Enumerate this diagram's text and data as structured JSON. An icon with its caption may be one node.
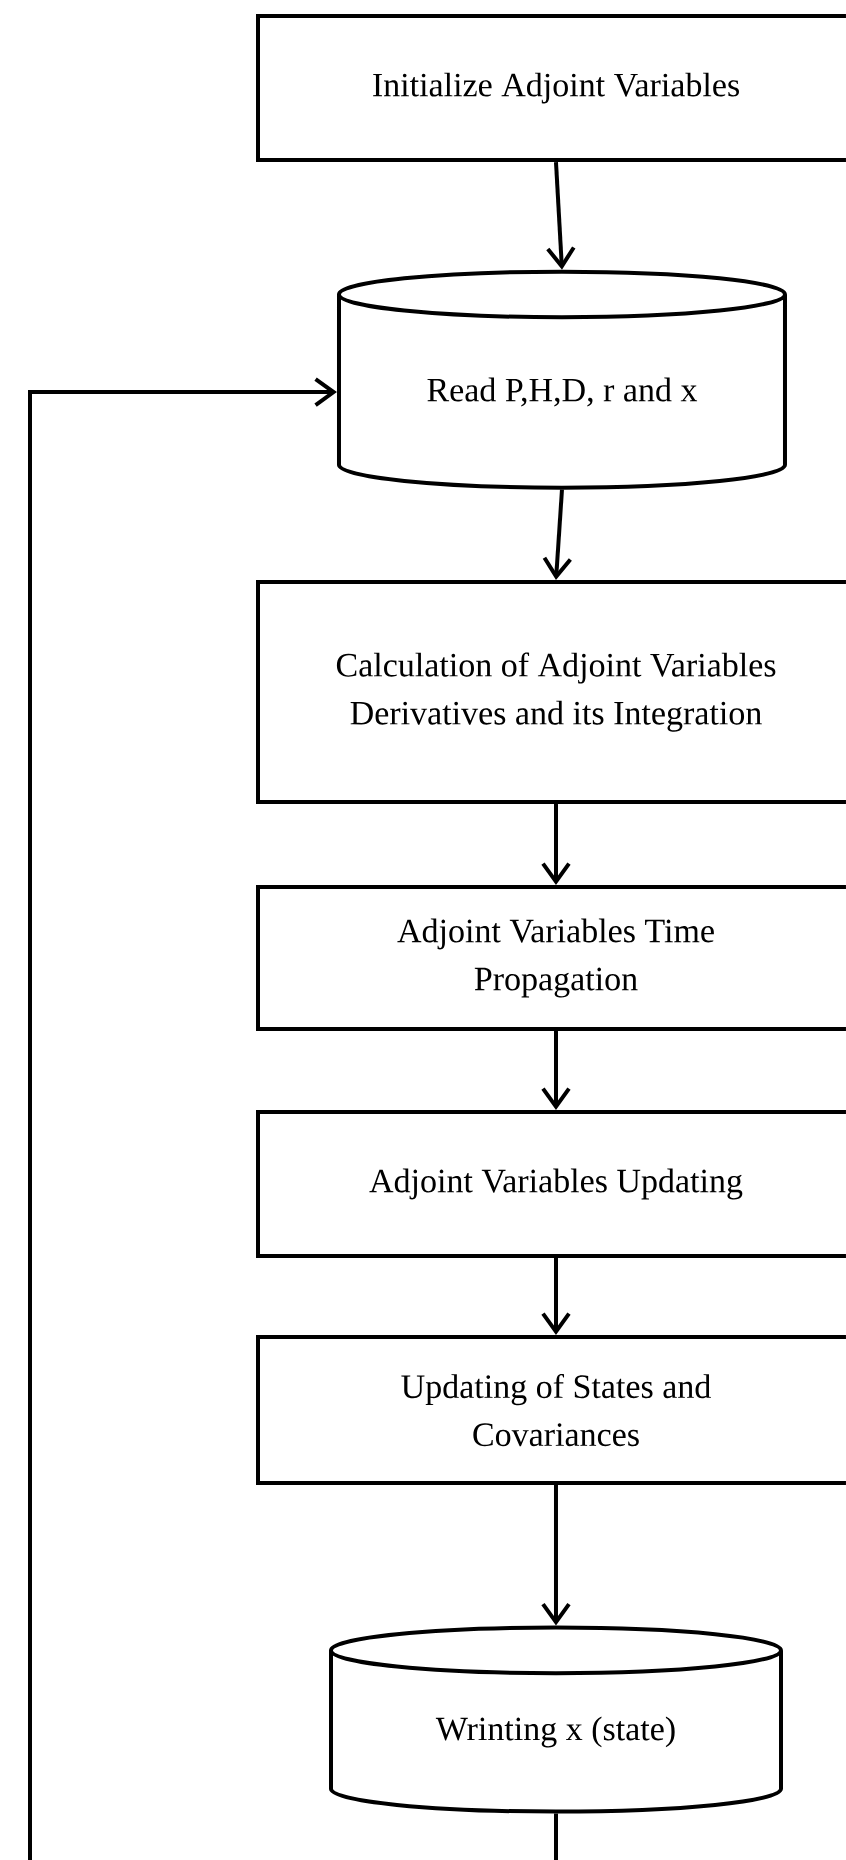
{
  "diagram": {
    "nodes": [
      {
        "text": [
          "Initialize Adjoint Variables"
        ]
      },
      {
        "text": [
          "Read P,H,D, r and x"
        ]
      },
      {
        "text": [
          "Calculation of Adjoint Variables Derivatives and its Integration"
        ]
      },
      {
        "text": [
          "Adjoint Variables Time Propagation"
        ]
      },
      {
        "text": [
          "Adjoint Variables Updating"
        ]
      },
      {
        "text": [
          "Updating of States and Covariances"
        ]
      },
      {
        "text": [
          "Wrinting x (state)"
        ]
      }
    ],
    "edges": [
      {
        "from": 0,
        "to": 1,
        "arrow": "to"
      },
      {
        "from": 1,
        "to": 2,
        "arrow": "to"
      },
      {
        "from": 2,
        "to": 3,
        "arrow": "to"
      },
      {
        "from": 3,
        "to": 4,
        "arrow": "to"
      },
      {
        "from": 4,
        "to": 5,
        "arrow": "to"
      },
      {
        "from": 5,
        "to": 6,
        "arrow": "to"
      },
      {
        "from": 6,
        "to": 1,
        "arrow": "to"
      }
    ]
  }
}
